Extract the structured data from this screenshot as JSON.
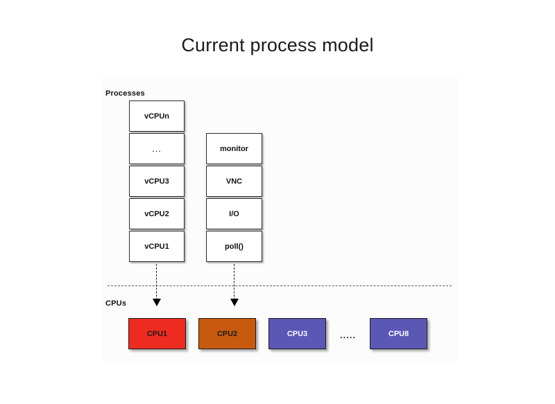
{
  "slide": {
    "title": "Current process model"
  },
  "labels": {
    "processes": "Processes",
    "cpus": "CPUs"
  },
  "processes": {
    "left_column": [
      {
        "label": "vCPU1",
        "style": "bold"
      },
      {
        "label": "vCPU2",
        "style": "bold"
      },
      {
        "label": "vCPU3",
        "style": "bold"
      },
      {
        "label": "...",
        "style": "plain"
      },
      {
        "label": "vCPUn",
        "style": "bold"
      }
    ],
    "right_column": [
      {
        "label": "poll()",
        "style": "bold"
      },
      {
        "label": "I/O",
        "style": "bold"
      },
      {
        "label": "VNC",
        "style": "bold"
      },
      {
        "label": "monitor",
        "style": "bold"
      }
    ],
    "box_fill": "#ffffff",
    "box_border": "#2b2b2b"
  },
  "cpus": {
    "items": [
      {
        "label": "CPU1",
        "fill": "#ee2b20",
        "text": "#1a1a1a"
      },
      {
        "label": "CPU2",
        "fill": "#c85a10",
        "text": "#1a1a1a"
      },
      {
        "label": "CPU3",
        "fill": "#5b57b5",
        "text": "#ffffff"
      }
    ],
    "ellipsis": ".....",
    "last": {
      "label": "CPU8",
      "fill": "#5b57b5",
      "text": "#ffffff"
    }
  },
  "arrows": [
    {
      "from": "vCPU1",
      "to": "CPU1"
    },
    {
      "from": "poll()",
      "to": "CPU2"
    }
  ],
  "divider": {
    "style": "dashed",
    "color": "#5a5a5a"
  }
}
